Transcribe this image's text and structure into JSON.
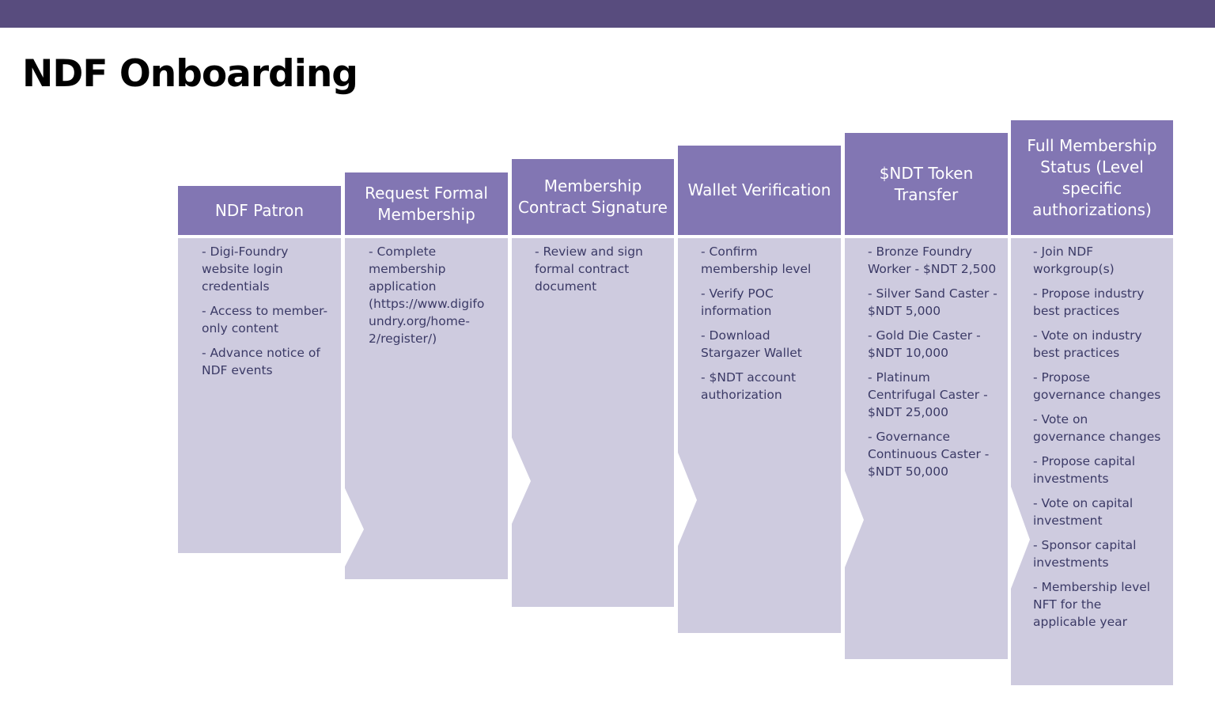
{
  "slide": {
    "title": "NDF Onboarding"
  },
  "colors": {
    "top_bar": "#584c7e",
    "header_fill": "#8276b3",
    "body_fill": "#cecbdf",
    "header_text": "#ffffff",
    "body_text": "#3b3a66"
  },
  "steps": [
    {
      "header": "NDF Patron",
      "items": [
        "- Digi-Foundry\nwebsite login\ncredentials",
        "- Access to member-\nonly content",
        "- Advance notice of\nNDF events"
      ]
    },
    {
      "header": "Request Formal Membership",
      "items": [
        "- Complete\nmembership\napplication\n(https://www.digifo\nundry.org/home-\n2/register/)"
      ]
    },
    {
      "header": "Membership Contract Signature",
      "items": [
        "- Review and sign\nformal contract\ndocument"
      ]
    },
    {
      "header": "Wallet Verification",
      "items": [
        "- Confirm\nmembership level",
        "- Verify POC\ninformation",
        "- Download\nStargazer Wallet",
        "- $NDT account\nauthorization"
      ]
    },
    {
      "header": "$NDT Token Transfer",
      "items": [
        "- Bronze Foundry\nWorker - $NDT 2,500",
        "- Silver Sand Caster -\n$NDT 5,000",
        "- Gold Die Caster -\n$NDT 10,000",
        "- Platinum\nCentrifugal Caster -\n$NDT 25,000",
        "- Governance\nContinuous Caster -\n$NDT 50,000"
      ]
    },
    {
      "header": "Full Membership Status (Level specific authorizations)",
      "items": [
        "- Join NDF\nworkgroup(s)",
        "- Propose industry\nbest practices",
        "- Vote on industry\nbest practices",
        "- Propose\ngovernance changes",
        "- Vote on\ngovernance changes",
        "- Propose capital\ninvestments",
        "- Vote on capital\ninvestment",
        "- Sponsor capital\ninvestments",
        "- Membership level\nNFT for the\napplicable year"
      ]
    }
  ]
}
